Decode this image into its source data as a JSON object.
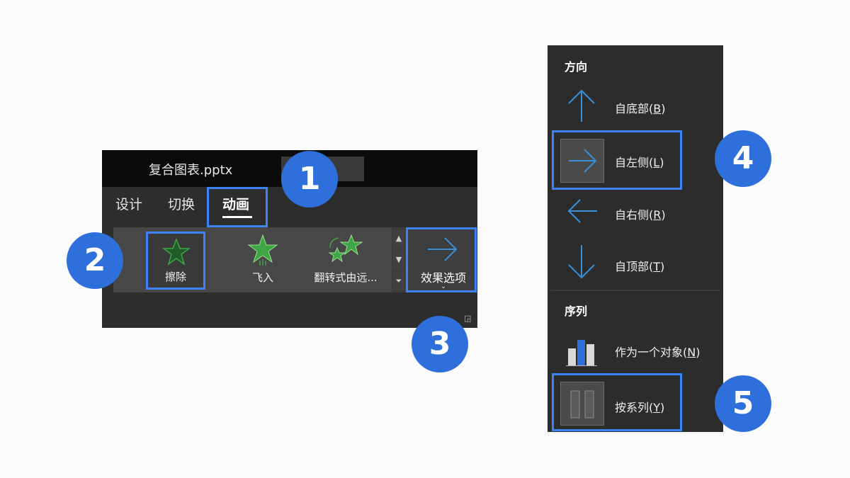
{
  "window": {
    "filename": "复合图表.pptx"
  },
  "tabs": [
    {
      "label": "设计"
    },
    {
      "label": "切换"
    },
    {
      "label": "动画",
      "active": true
    }
  ],
  "animations": [
    {
      "label": "擦除",
      "icon": "wipe-star-icon",
      "selected": true
    },
    {
      "label": "飞入",
      "icon": "fly-in-star-icon"
    },
    {
      "label": "翻转式由远...",
      "icon": "float-stars-icon"
    }
  ],
  "effect_options": {
    "label": "效果选项",
    "icon": "arrow-right-icon"
  },
  "callouts": [
    "1",
    "2",
    "3",
    "4",
    "5"
  ],
  "dropdown": {
    "direction_header": "方向",
    "directions": [
      {
        "label": "自底部",
        "key": "B",
        "icon": "arrow-up-icon"
      },
      {
        "label": "自左侧",
        "key": "L",
        "icon": "arrow-right-icon",
        "selected": true
      },
      {
        "label": "自右侧",
        "key": "R",
        "icon": "arrow-left-icon"
      },
      {
        "label": "自顶部",
        "key": "T",
        "icon": "arrow-down-icon"
      }
    ],
    "sequence_header": "序列",
    "sequence": [
      {
        "label": "作为一个对象",
        "key": "N",
        "icon": "chart-as-one-icon"
      },
      {
        "label": "按系列",
        "key": "Y",
        "icon": "by-series-icon",
        "selected": true
      }
    ]
  },
  "colors": {
    "accent": "#3f82f6",
    "badge": "#2f6fdc",
    "arrow": "#3a8fd6",
    "star": "#3ea547"
  }
}
